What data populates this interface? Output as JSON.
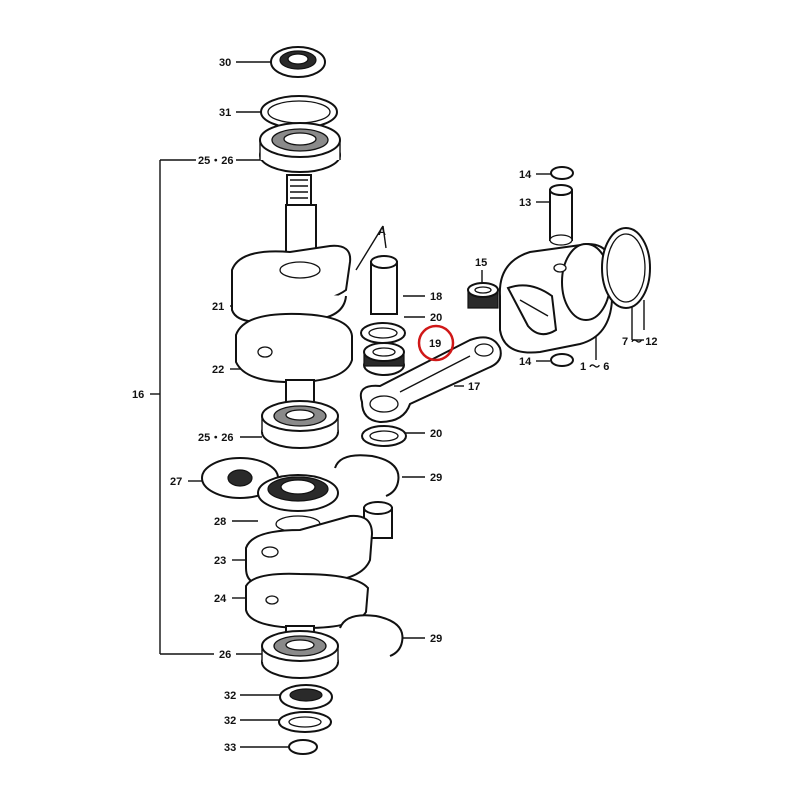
{
  "diagram": {
    "callouts": [
      {
        "id": "c30",
        "text": "30"
      },
      {
        "id": "c31",
        "text": "31"
      },
      {
        "id": "c25_26_top",
        "text": "25・26"
      },
      {
        "id": "c14_top",
        "text": "14"
      },
      {
        "id": "c13",
        "text": "13"
      },
      {
        "id": "c15",
        "text": "15"
      },
      {
        "id": "c18",
        "text": "18"
      },
      {
        "id": "c20_top",
        "text": "20"
      },
      {
        "id": "c19",
        "text": "19"
      },
      {
        "id": "c17",
        "text": "17"
      },
      {
        "id": "c14_bot",
        "text": "14"
      },
      {
        "id": "c1_6",
        "text": "1 ～ 6"
      },
      {
        "id": "c7_12",
        "text": "7 ～ 12"
      },
      {
        "id": "c21",
        "text": "21"
      },
      {
        "id": "c22",
        "text": "22"
      },
      {
        "id": "c16",
        "text": "16"
      },
      {
        "id": "c25_26_mid",
        "text": "25・26"
      },
      {
        "id": "c20_bot",
        "text": "20"
      },
      {
        "id": "c27",
        "text": "27"
      },
      {
        "id": "c29_top",
        "text": "29"
      },
      {
        "id": "c28",
        "text": "28"
      },
      {
        "id": "c23",
        "text": "23"
      },
      {
        "id": "c24",
        "text": "24"
      },
      {
        "id": "c26",
        "text": "26"
      },
      {
        "id": "c29_bot",
        "text": "29"
      },
      {
        "id": "c32_a",
        "text": "32"
      },
      {
        "id": "c32_b",
        "text": "32"
      },
      {
        "id": "c33",
        "text": "33"
      },
      {
        "id": "cA",
        "text": "A"
      }
    ],
    "highlight": {
      "part": "19",
      "color": "#d01818"
    }
  }
}
